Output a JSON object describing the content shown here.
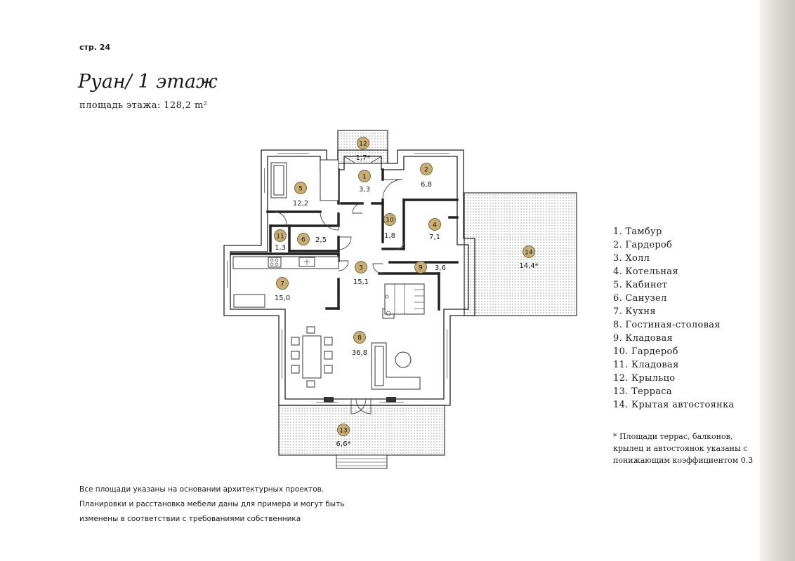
{
  "page": {
    "number_label": "стр. 24",
    "title": "Руан/ 1 этаж",
    "subtitle": "площадь этажа: 128,2 m²"
  },
  "plan": {
    "badge_color": "#c8ae72",
    "rooms": [
      {
        "number": "1",
        "area": "3,3"
      },
      {
        "number": "2",
        "area": "6,8"
      },
      {
        "number": "3",
        "area": "15,1"
      },
      {
        "number": "4",
        "area": "7,1"
      },
      {
        "number": "5",
        "area": "12,2"
      },
      {
        "number": "6",
        "area": "2,5"
      },
      {
        "number": "7",
        "area": "15,0"
      },
      {
        "number": "8",
        "area": "36,8"
      },
      {
        "number": "9",
        "area": "3,6"
      },
      {
        "number": "10",
        "area": "1,8"
      },
      {
        "number": "11",
        "area": "1,3"
      },
      {
        "number": "12",
        "area": "1,7*"
      },
      {
        "number": "13",
        "area": "6,6*"
      },
      {
        "number": "14",
        "area": "14,4*"
      }
    ]
  },
  "legend": {
    "items": [
      "1. Тамбур",
      "2. Гардероб",
      "3. Холл",
      "4. Котельная",
      "5. Кабинет",
      "6. Санузел",
      "7. Кухня",
      "8. Гостиная-столовая",
      "9. Кладовая",
      "10. Гардероб",
      "11. Кладовая",
      "12. Крыльцо",
      "13. Терраса",
      "14. Крытая автостоянка"
    ]
  },
  "footnote": {
    "lines": [
      "* Площади террас, балконов,",
      "крылец и автостоянок указаны с",
      "понижающим коэффициентом 0.3"
    ]
  },
  "disclaimer": {
    "lines": [
      "Все площади указаны на основании архитектурных проектов.",
      "Планировки и расстановка мебели даны для примера и могут быть",
      "изменены в соответствии с требованиями собственника"
    ]
  }
}
